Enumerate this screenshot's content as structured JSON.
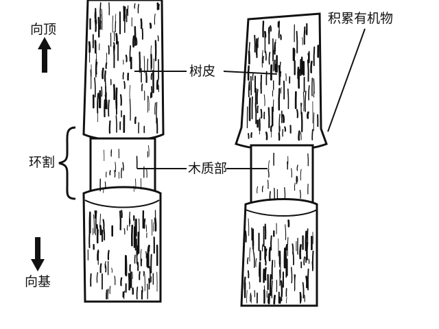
{
  "diagram": {
    "direction_top_label": "向顶",
    "direction_base_label": "向基",
    "girdling_label": "环割",
    "bark_label": "树皮",
    "xylem_label": "木质部",
    "accumulated_organic_label": "积累有机物"
  },
  "colors": {
    "ink": "#111111",
    "paper": "#ffffff"
  }
}
